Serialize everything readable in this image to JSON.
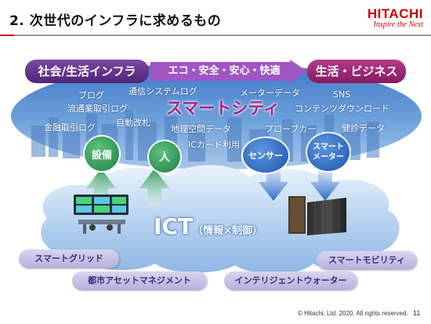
{
  "header": {
    "title": "2. 次世代のインフラに求めるもの",
    "logo_main": "HITACHI",
    "logo_sub": "Inspire the Next"
  },
  "banner": {
    "left": "社会/生活インフラ",
    "middle": "エコ・安全・安心・快適",
    "right": "生活・ビジネス"
  },
  "upper_cloud": {
    "words": [
      "ブログ",
      "通信システムログ",
      "メーターデータ",
      "SNS",
      "流通業取引ログ",
      "コンテンツダウンロード",
      "自動改札",
      "金融取引ログ",
      "地理空間データ",
      "プローブカー",
      "健診データ",
      "ICカード利用"
    ],
    "center_label": "スマートシティ"
  },
  "circles": {
    "facility": "設備",
    "person": "人",
    "sensor": "センサー",
    "smart_meter_line1": "スマート",
    "smart_meter_line2": "メーター"
  },
  "ict": {
    "main": "ICT",
    "sub": "（情報×制御）"
  },
  "solutions": [
    "スマートグリッド",
    "都市アセットマネジメント",
    "インテリジェントウォーター",
    "スマートモビリティ"
  ],
  "footer": {
    "copyright": "© Hitachi, Ltd. 2020. All rights reserved.",
    "page": "11"
  },
  "colors": {
    "left_pill": "#5e2f86",
    "middle_arrow": "#9f56c4",
    "right_pill": "#9a1f6f",
    "smart_city": "#a7238c",
    "green_circle": "#2f9a55",
    "blue_circle": "#2a69c4",
    "accent": "#cc0000"
  }
}
